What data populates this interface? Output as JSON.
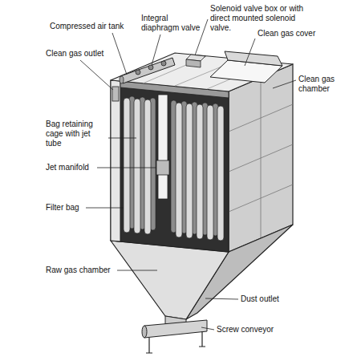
{
  "diagram": {
    "labels": [
      "Compressed air tank",
      "Integral diaphragm valve",
      "Solenoid valve box or with direct mounted solenoid valve.",
      "Clean gas outlet",
      "Clean gas cover",
      "Clean gas chamber",
      "Bag retaining cage with jet tube",
      "Jet manifold",
      "Filter bag",
      "Raw gas chamber",
      "Dust outlet",
      "Screw conveyor"
    ]
  }
}
